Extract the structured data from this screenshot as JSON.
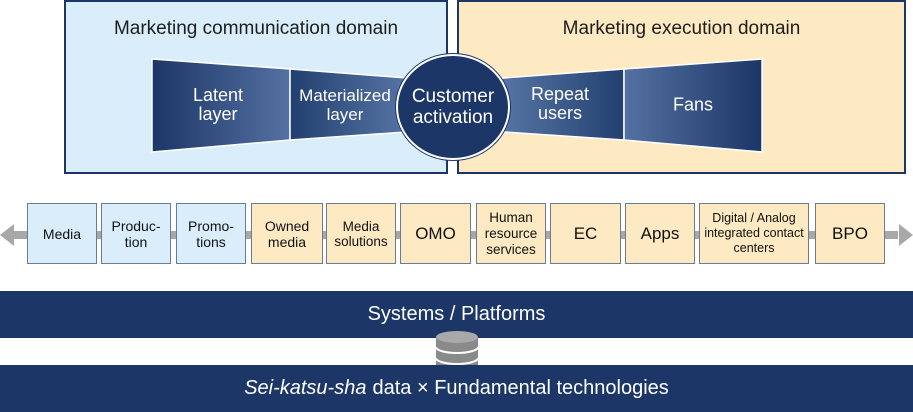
{
  "communication_domain": {
    "title": "Marketing communication domain"
  },
  "execution_domain": {
    "title": "Marketing execution domain"
  },
  "funnel": {
    "latent": "Latent\nlayer",
    "materialized": "Materialized\nlayer",
    "activation": "Customer\nactivation",
    "repeat": "Repeat\nusers",
    "fans": "Fans"
  },
  "services": [
    {
      "label": "Media",
      "domain": "communication"
    },
    {
      "label": "Produc-\ntion",
      "domain": "communication"
    },
    {
      "label": "Promo-\ntions",
      "domain": "communication"
    },
    {
      "label": "Owned\nmedia",
      "domain": "execution"
    },
    {
      "label": "Media\nsolutions",
      "domain": "execution"
    },
    {
      "label": "OMO",
      "domain": "execution"
    },
    {
      "label": "Human\nresource\nservices",
      "domain": "execution"
    },
    {
      "label": "EC",
      "domain": "execution"
    },
    {
      "label": "Apps",
      "domain": "execution"
    },
    {
      "label": "Digital / Analog\nintegrated contact\ncenters",
      "domain": "execution"
    },
    {
      "label": "BPO",
      "domain": "execution"
    }
  ],
  "systems_band": {
    "label": "Systems / Platforms"
  },
  "data_band": {
    "italic": "Sei-katsu-sha",
    "rest": "data × Fundamental technologies"
  },
  "colors": {
    "navy": "#1b3667",
    "light_blue": "#d9eefa",
    "light_orange": "#fde9c2",
    "connector_gray": "#a8a8a8"
  },
  "icons": {
    "database": "database-icon",
    "arrows": "double-arrow"
  }
}
